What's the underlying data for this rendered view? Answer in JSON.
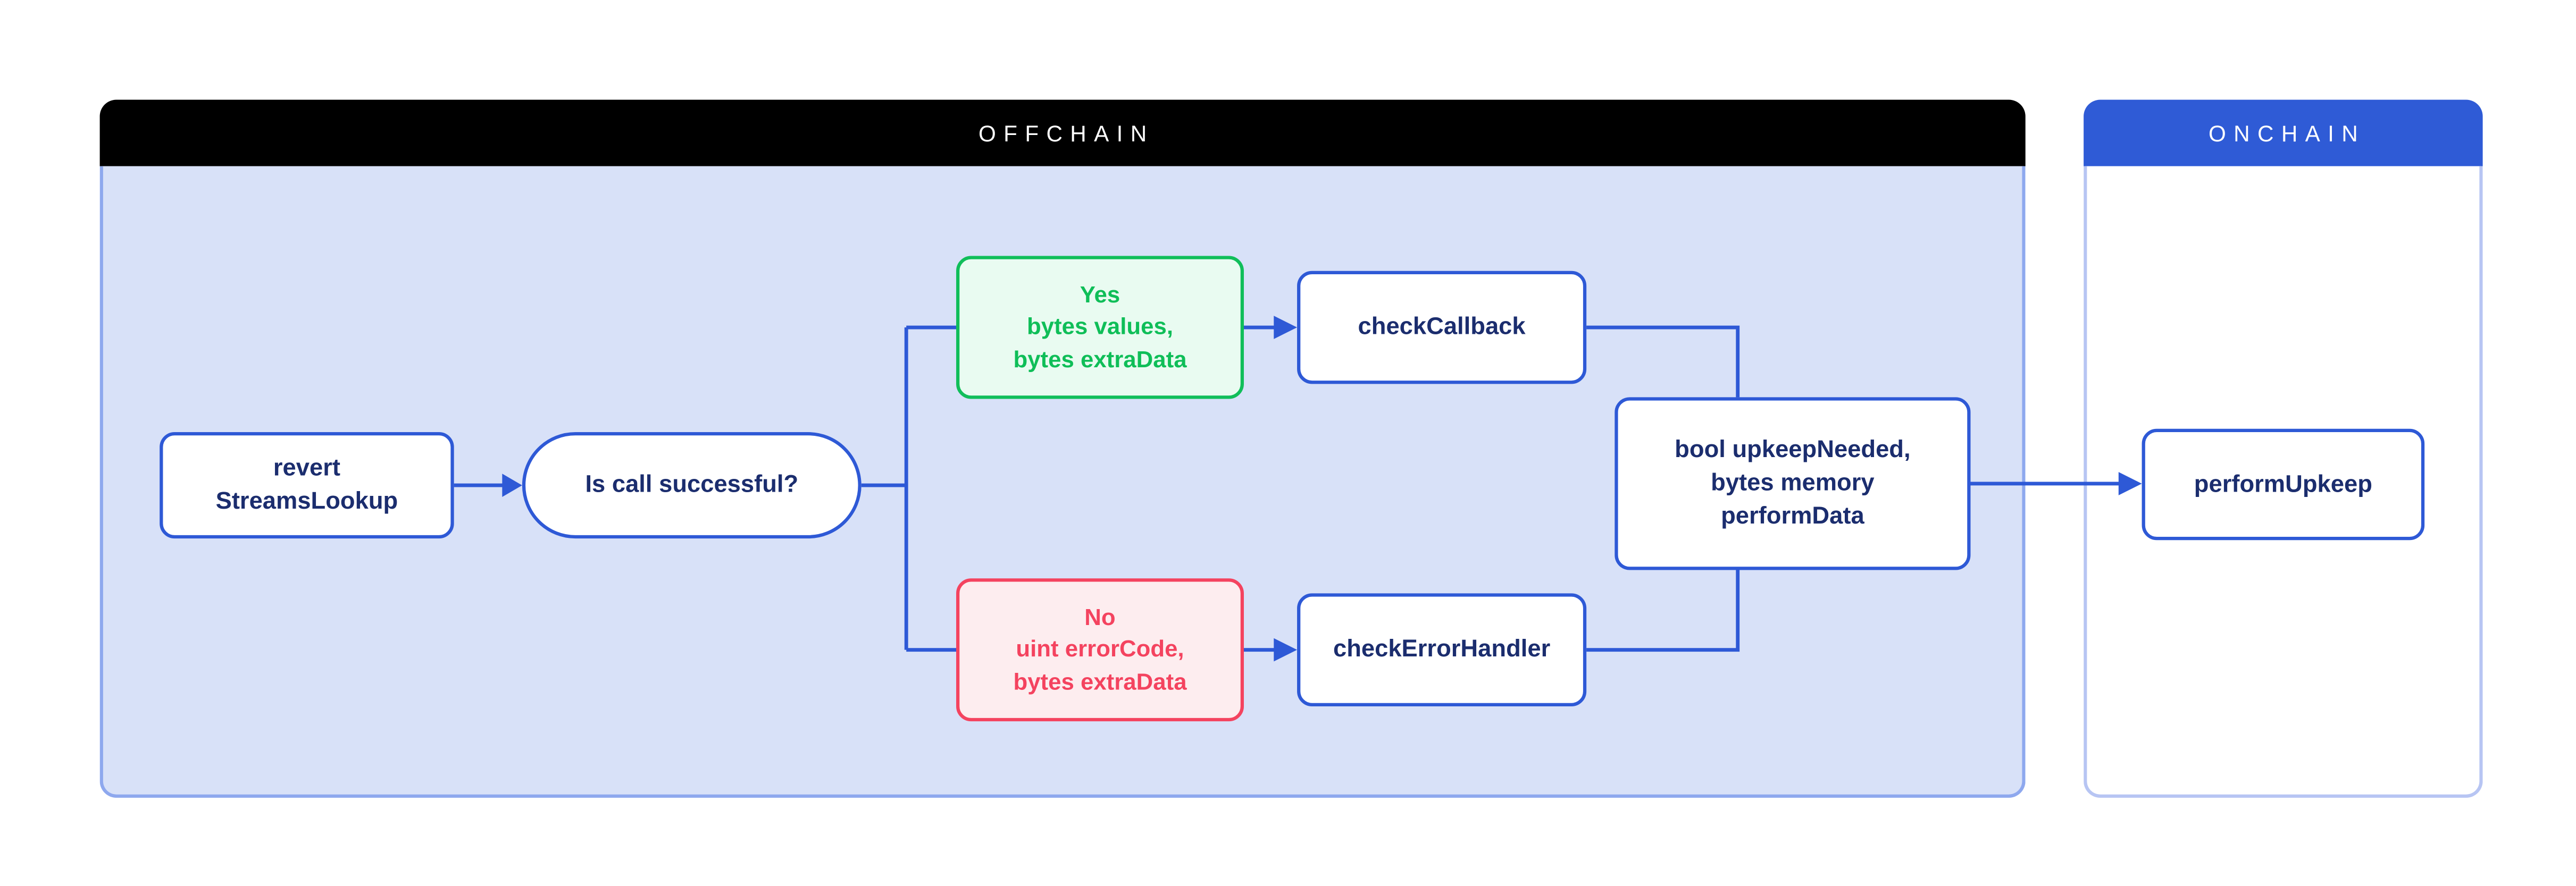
{
  "diagram": {
    "offchain": {
      "title": "OFFCHAIN"
    },
    "onchain": {
      "title": "ONCHAIN"
    },
    "nodes": {
      "revert": {
        "lines": [
          "revert",
          "StreamsLookup"
        ]
      },
      "question": {
        "label": "Is call successful?"
      },
      "yes": {
        "lines": [
          "Yes",
          "bytes values,",
          "bytes extraData"
        ]
      },
      "no": {
        "lines": [
          "No",
          "uint errorCode,",
          "bytes extraData"
        ]
      },
      "checkCallback": {
        "label": "checkCallback"
      },
      "checkErrorHandler": {
        "label": "checkErrorHandler"
      },
      "result": {
        "lines": [
          "bool upkeepNeeded,",
          "bytes memory",
          "performData"
        ]
      },
      "performUpkeep": {
        "label": "performUpkeep"
      }
    },
    "colors": {
      "offchain_header": "#000000",
      "onchain_header": "#2F5BD6",
      "offchain_body_fill": "#D8E1F8",
      "offchain_body_border": "#8EA8EE",
      "onchain_body_border": "#B7C5F3",
      "connector_blue": "#2E59D6",
      "node_border_blue": "#2E59D6",
      "text_navy": "#1B2D6E",
      "yes_green": "#10BE5A",
      "yes_fill": "#E9FBF1",
      "no_red": "#F4435F",
      "no_fill": "#FDEDEF"
    }
  }
}
